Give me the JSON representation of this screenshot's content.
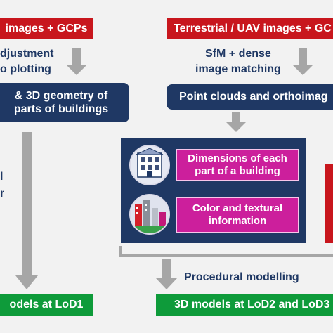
{
  "left": {
    "input_label": "images + GCPs",
    "step_line1": "djustment",
    "step_line2": "o plotting",
    "geom_line1": "& 3D geometry of",
    "geom_line2": "parts of buildings",
    "side_char1": "l",
    "side_char2": "r",
    "output_label": "odels at LoD1"
  },
  "right": {
    "input_label": "Terrestrial / UAV images + GC",
    "step_line1": "SfM + dense",
    "step_line2": "image matching",
    "points_label": "Point clouds and orthoimag",
    "dims_line1": "Dimensions of each",
    "dims_line2": "part of a building",
    "color_line1": "Color and textural",
    "color_line2": "information",
    "procedural_label": "Procedural modelling",
    "output_label": "3D models at LoD2 and LoD3"
  },
  "icons": [
    "building-facade-icon",
    "building-color-icon"
  ],
  "colors": {
    "red": "#c8161d",
    "navy": "#1f3864",
    "green": "#0e9b3a",
    "magenta": "#cc1f9c",
    "gray": "#a6a6a6"
  }
}
